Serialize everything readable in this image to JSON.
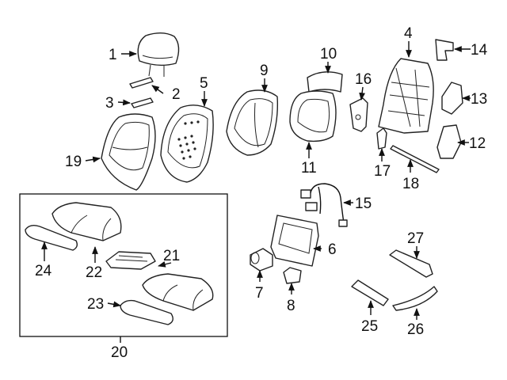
{
  "diagram": {
    "group_label": "20",
    "callouts": [
      {
        "id": "1",
        "label": "1"
      },
      {
        "id": "2",
        "label": "2"
      },
      {
        "id": "3",
        "label": "3"
      },
      {
        "id": "4",
        "label": "4"
      },
      {
        "id": "5",
        "label": "5"
      },
      {
        "id": "6",
        "label": "6"
      },
      {
        "id": "7",
        "label": "7"
      },
      {
        "id": "8",
        "label": "8"
      },
      {
        "id": "9",
        "label": "9"
      },
      {
        "id": "10",
        "label": "10"
      },
      {
        "id": "11",
        "label": "11"
      },
      {
        "id": "12",
        "label": "12"
      },
      {
        "id": "13",
        "label": "13"
      },
      {
        "id": "14",
        "label": "14"
      },
      {
        "id": "15",
        "label": "15"
      },
      {
        "id": "16",
        "label": "16"
      },
      {
        "id": "17",
        "label": "17"
      },
      {
        "id": "18",
        "label": "18"
      },
      {
        "id": "19",
        "label": "19"
      },
      {
        "id": "21",
        "label": "21"
      },
      {
        "id": "22",
        "label": "22"
      },
      {
        "id": "23",
        "label": "23"
      },
      {
        "id": "24",
        "label": "24"
      },
      {
        "id": "25",
        "label": "25"
      },
      {
        "id": "26",
        "label": "26"
      },
      {
        "id": "27",
        "label": "27"
      }
    ]
  }
}
